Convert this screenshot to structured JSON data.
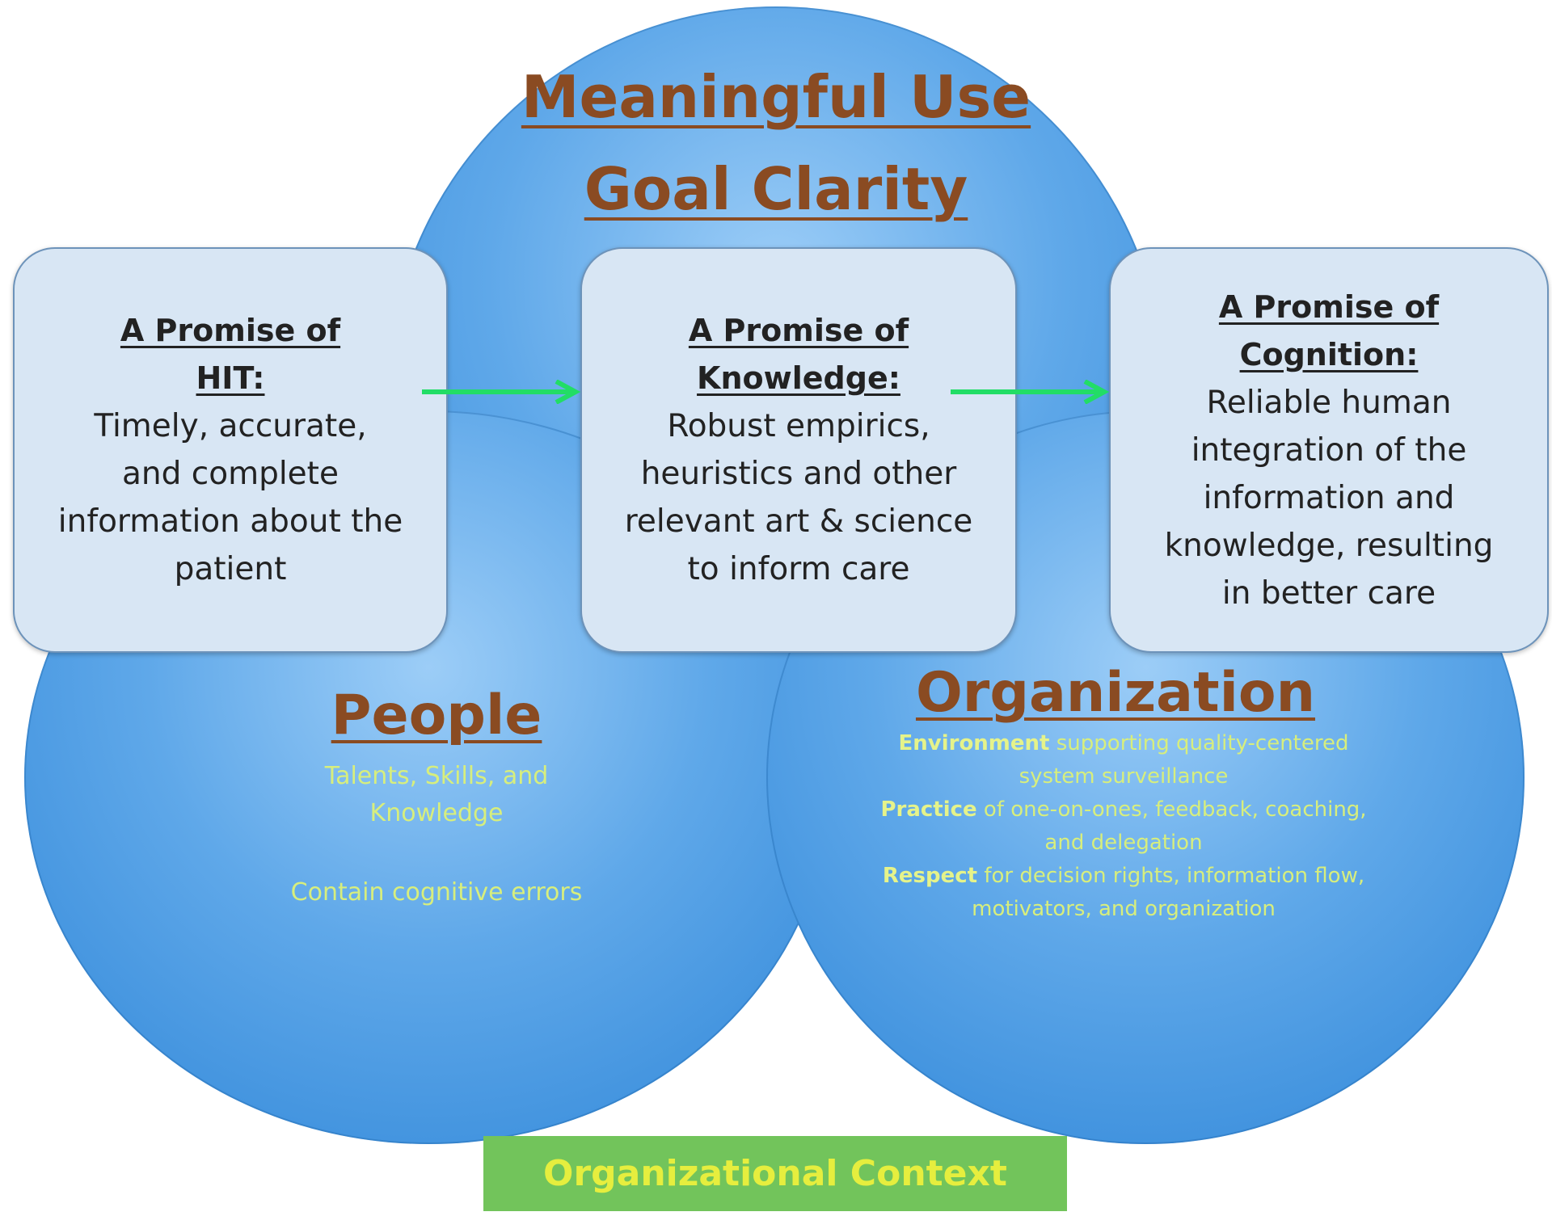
{
  "title": {
    "line1": "Meaningful Use",
    "line2": "Goal Clarity"
  },
  "cards": [
    {
      "heading_line1": "A Promise of",
      "heading_line2": "HIT:",
      "body": [
        "Timely, accurate,",
        "and complete",
        "information about the",
        "patient"
      ]
    },
    {
      "heading_line1": "A Promise of",
      "heading_line2": "Knowledge:",
      "body": [
        "Robust empirics,",
        "heuristics and other",
        "relevant art & science",
        "to inform care"
      ]
    },
    {
      "heading_line1": "A Promise of",
      "heading_line2": "Cognition:",
      "body": [
        "Reliable human",
        "integration of the",
        "information and",
        "knowledge, resulting",
        "in better care"
      ]
    }
  ],
  "people": {
    "title": "People",
    "skills_line1": "Talents, Skills, and",
    "skills_line2": "Knowledge",
    "errors": "Contain cognitive errors"
  },
  "organization": {
    "title": "Organization",
    "items": [
      {
        "keyword": "Environment",
        "text": " supporting quality-centered",
        "continuation": "system surveillance"
      },
      {
        "keyword": "Practice",
        "text": " of one-on-ones, feedback, coaching,",
        "continuation": "and delegation"
      },
      {
        "keyword": "Respect",
        "text": " for decision rights, information flow,",
        "continuation": "motivators, and organization"
      }
    ]
  },
  "context": {
    "label": "Organizational Context"
  },
  "colors": {
    "title_brown": "#8a4b22",
    "circle_blue": "#2f86d8",
    "card_fill": "#d8e6f4",
    "arrow_green": "#22dd66",
    "text_lime": "#d7ee7d",
    "context_green": "#72c45b",
    "context_text": "#e6ee3e"
  }
}
